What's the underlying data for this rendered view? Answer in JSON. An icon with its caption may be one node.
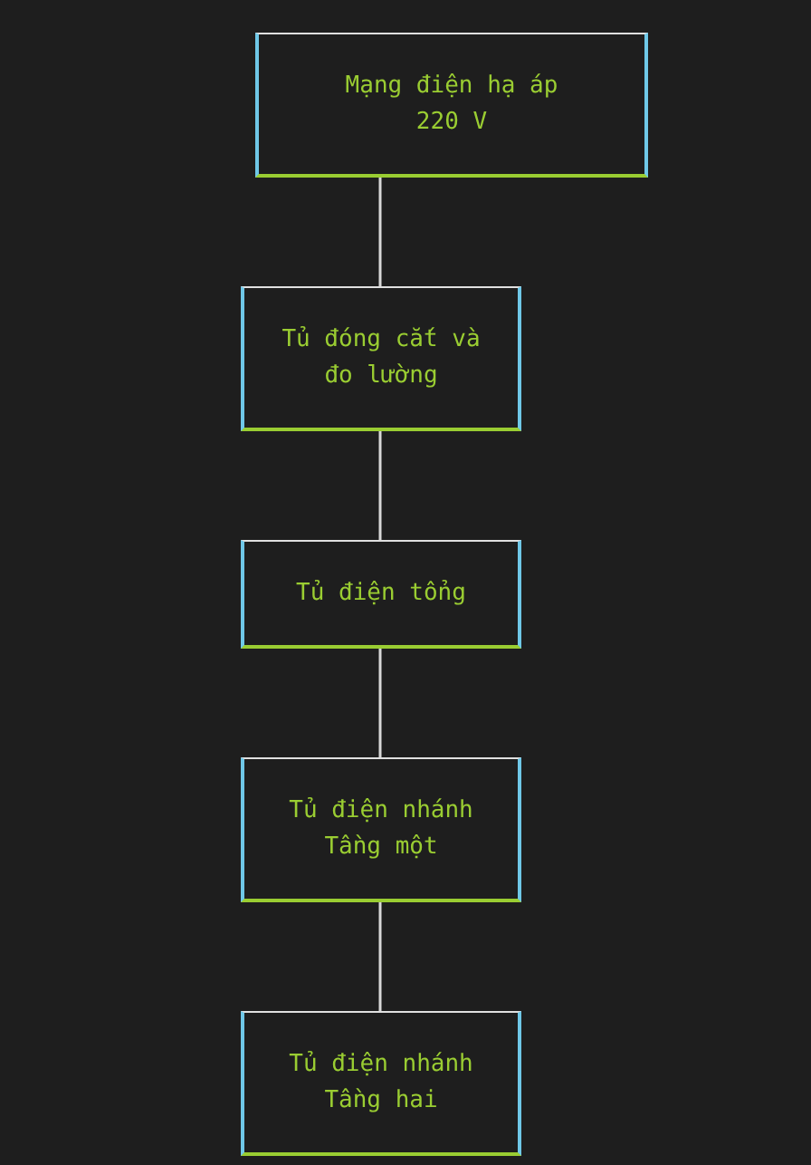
{
  "diagram": {
    "nodes": [
      {
        "text": [
          "Mạng điện hạ áp",
          "220 V"
        ]
      },
      {
        "text": [
          "Tủ đóng cắt và đo lường"
        ]
      },
      {
        "text": [
          "Tủ điện tổng"
        ]
      },
      {
        "text": [
          "Tủ điện nhánh",
          "Tầng một"
        ]
      },
      {
        "text": [
          "Tủ điện nhánh",
          "Tầng hai"
        ]
      }
    ],
    "edges": [
      {
        "from": 0,
        "to": 1,
        "arrow": "none"
      },
      {
        "from": 1,
        "to": 2,
        "arrow": "none"
      },
      {
        "from": 2,
        "to": 3,
        "arrow": "none"
      },
      {
        "from": 3,
        "to": 4,
        "arrow": "none"
      }
    ]
  }
}
